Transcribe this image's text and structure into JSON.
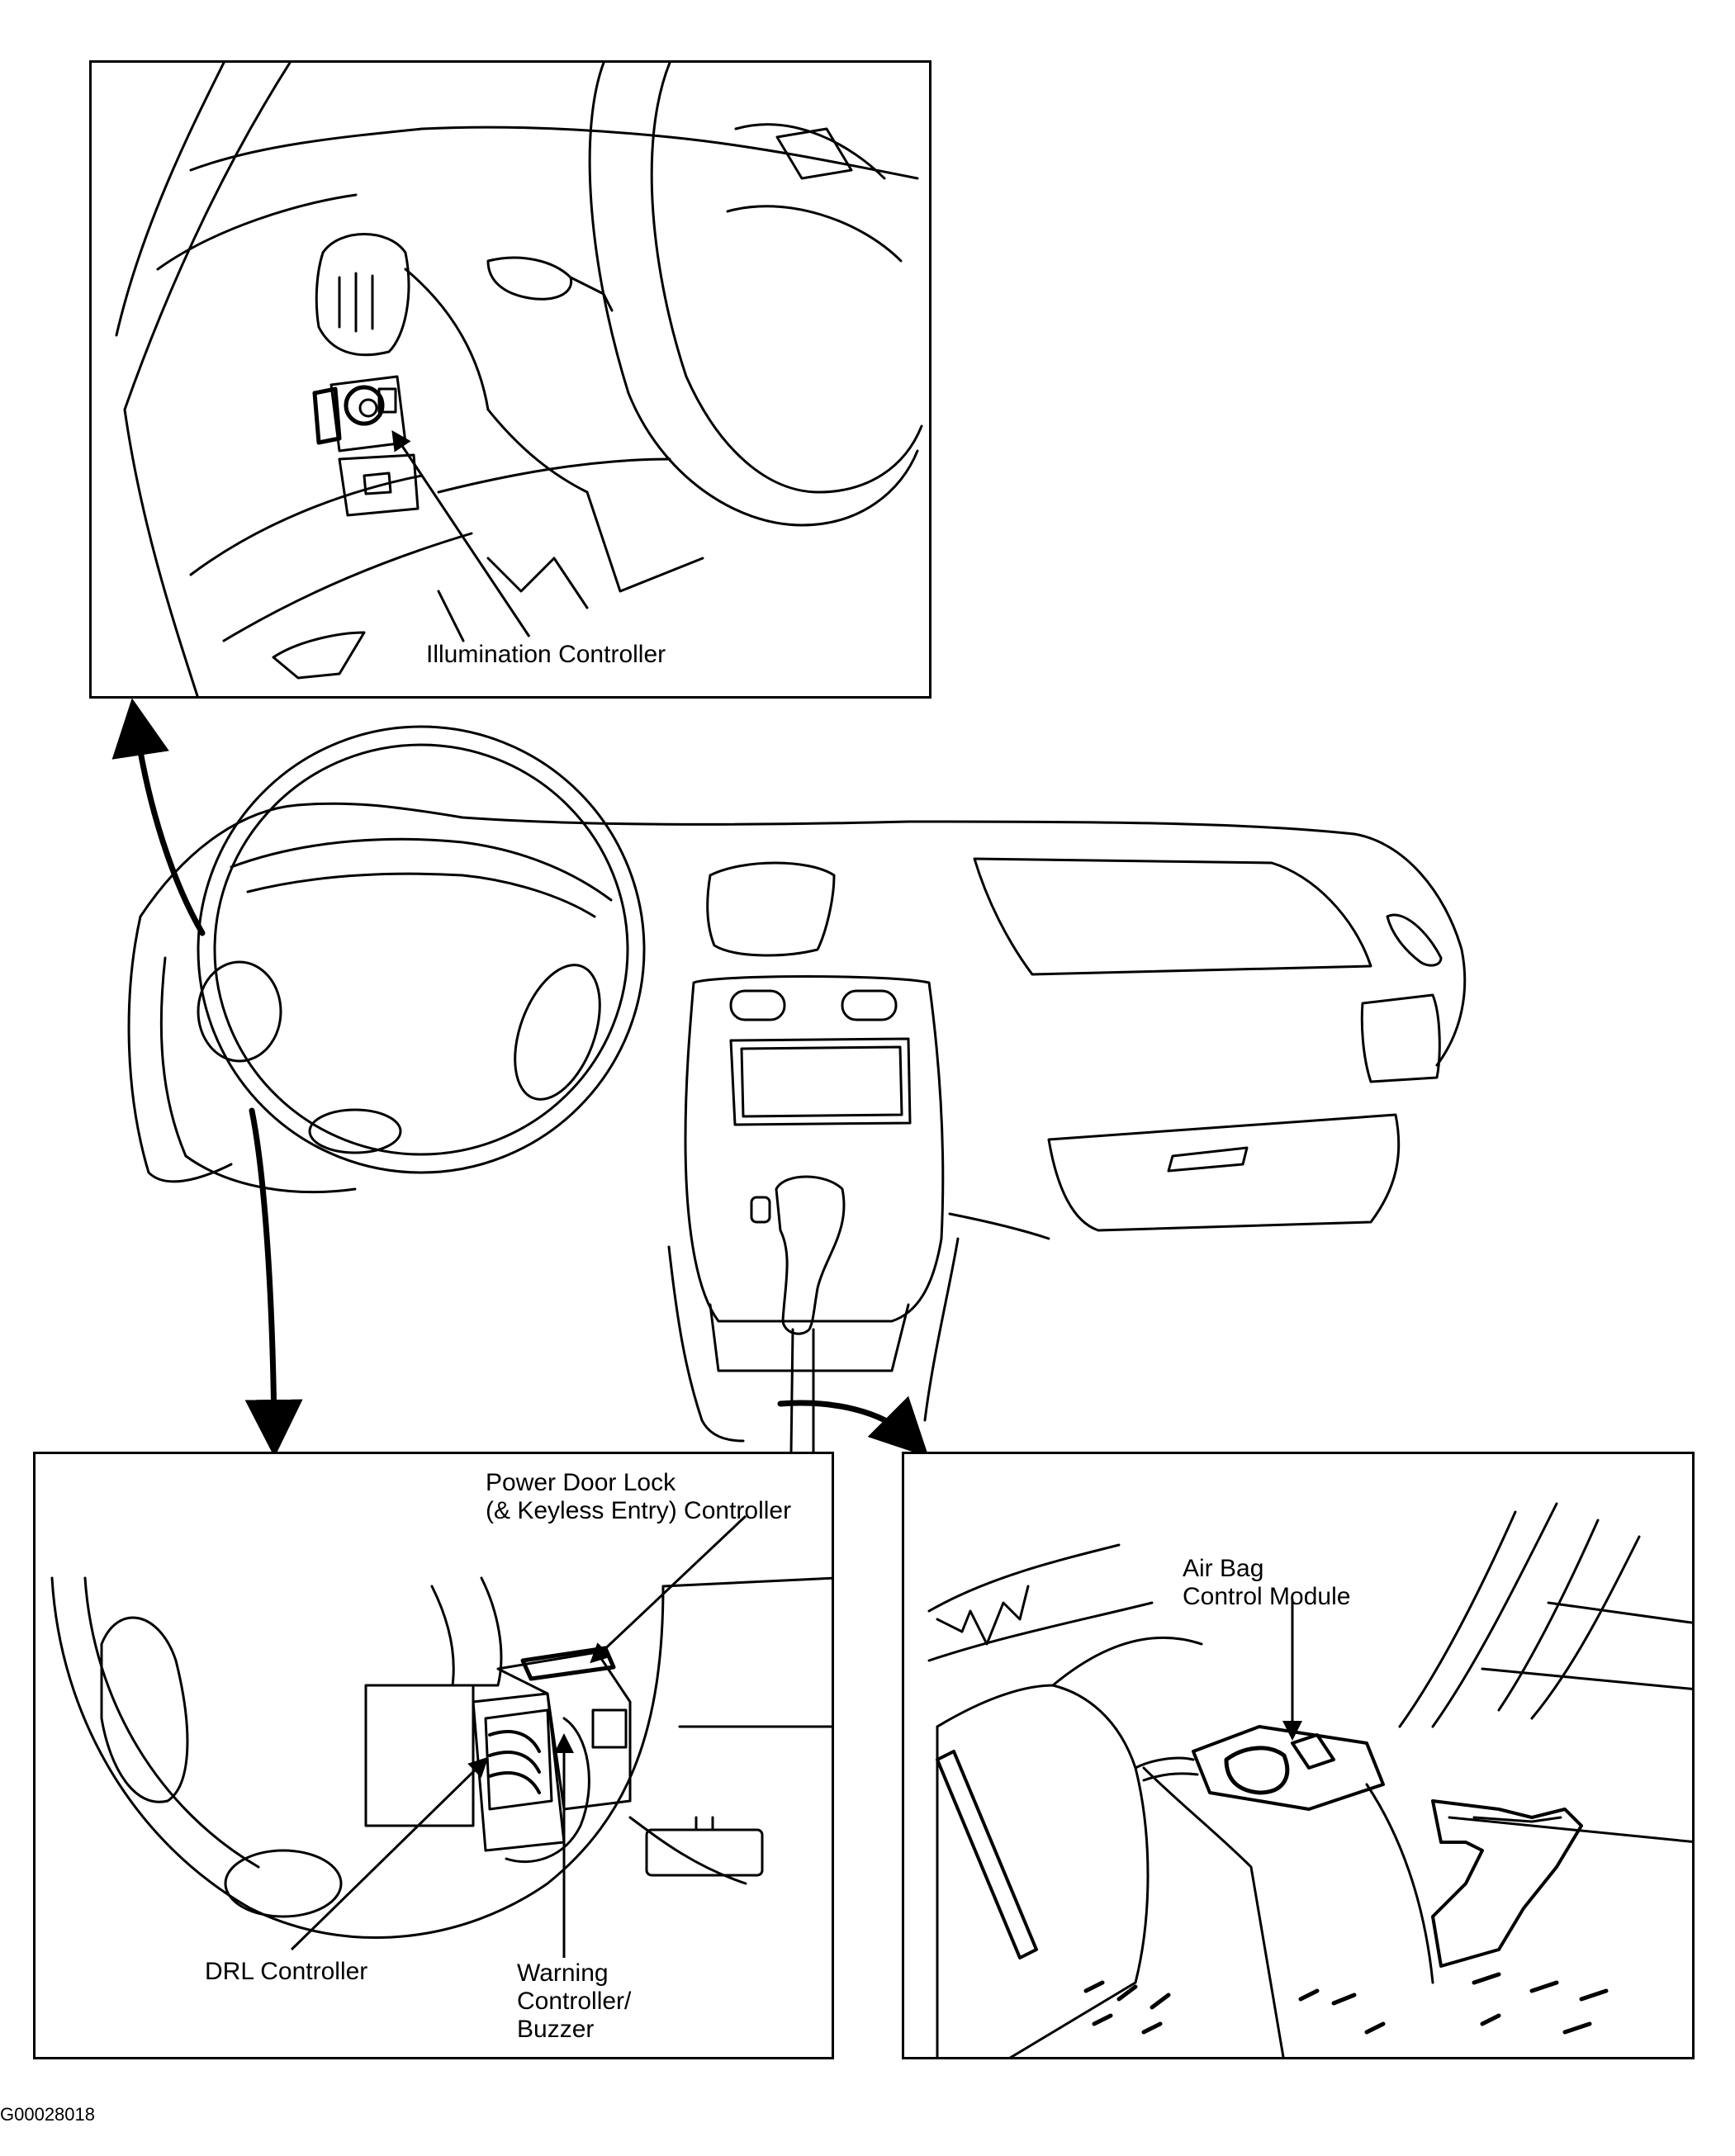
{
  "figure_id": "G00028018",
  "panels": {
    "top_left": {
      "label": "Illumination Controller"
    },
    "bottom_left": {
      "label_power_door_lock_1": "Power Door Lock",
      "label_power_door_lock_2": "(& Keyless Entry) Controller",
      "label_drl": "DRL Controller",
      "label_warning_1": "Warning",
      "label_warning_2": "Controller/",
      "label_warning_3": "Buzzer"
    },
    "bottom_right": {
      "label_airbag_1": "Air Bag",
      "label_airbag_2": "Control Module"
    }
  }
}
